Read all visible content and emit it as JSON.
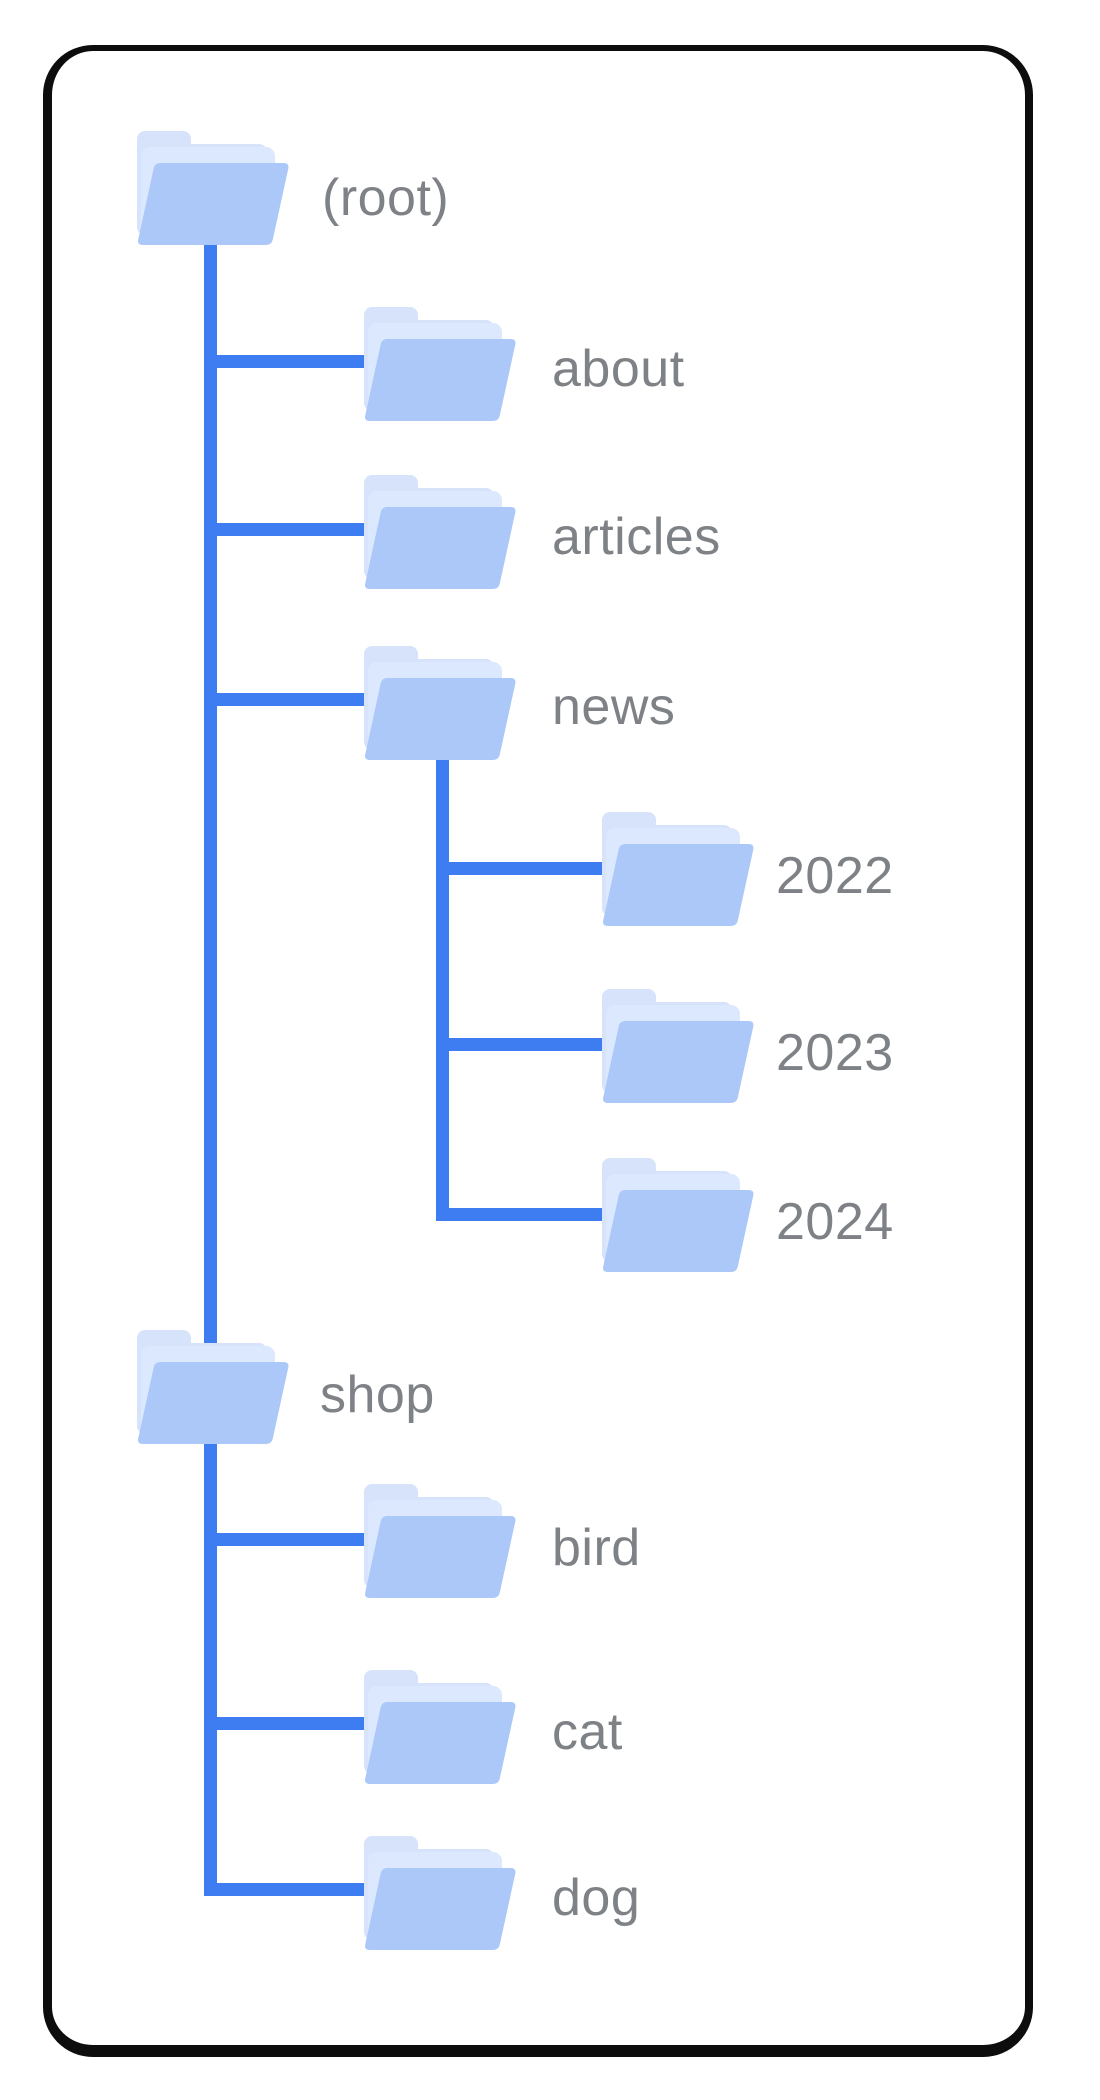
{
  "diagram": {
    "type": "folder-tree",
    "description": "Site URL structure tree of open folder icons connected by blue lines inside a black rounded frame",
    "colors": {
      "background": "#ffffff",
      "frame_border": "#0d0d0d",
      "connector_line": "#3d7cf1",
      "label_text": "#7e8286",
      "folder_front": "#abc8f9",
      "folder_back": "#d7e3fb",
      "folder_sheet": "#dce8fd"
    },
    "nodes": [
      {
        "id": "root",
        "label": "(root)",
        "depth": 0,
        "parent": null,
        "icon": "open-folder"
      },
      {
        "id": "about",
        "label": "about",
        "depth": 1,
        "parent": "root",
        "icon": "open-folder"
      },
      {
        "id": "articles",
        "label": "articles",
        "depth": 1,
        "parent": "root",
        "icon": "open-folder"
      },
      {
        "id": "news",
        "label": "news",
        "depth": 1,
        "parent": "root",
        "icon": "open-folder"
      },
      {
        "id": "2022",
        "label": "2022",
        "depth": 2,
        "parent": "news",
        "icon": "open-folder"
      },
      {
        "id": "2023",
        "label": "2023",
        "depth": 2,
        "parent": "news",
        "icon": "open-folder"
      },
      {
        "id": "2024",
        "label": "2024",
        "depth": 2,
        "parent": "news",
        "icon": "open-folder"
      },
      {
        "id": "shop",
        "label": "shop",
        "depth": 1,
        "parent": "root",
        "icon": "open-folder"
      },
      {
        "id": "bird",
        "label": "bird",
        "depth": 2,
        "parent": "shop",
        "icon": "open-folder"
      },
      {
        "id": "cat",
        "label": "cat",
        "depth": 2,
        "parent": "shop",
        "icon": "open-folder"
      },
      {
        "id": "dog",
        "label": "dog",
        "depth": 2,
        "parent": "shop",
        "icon": "open-folder"
      }
    ]
  }
}
